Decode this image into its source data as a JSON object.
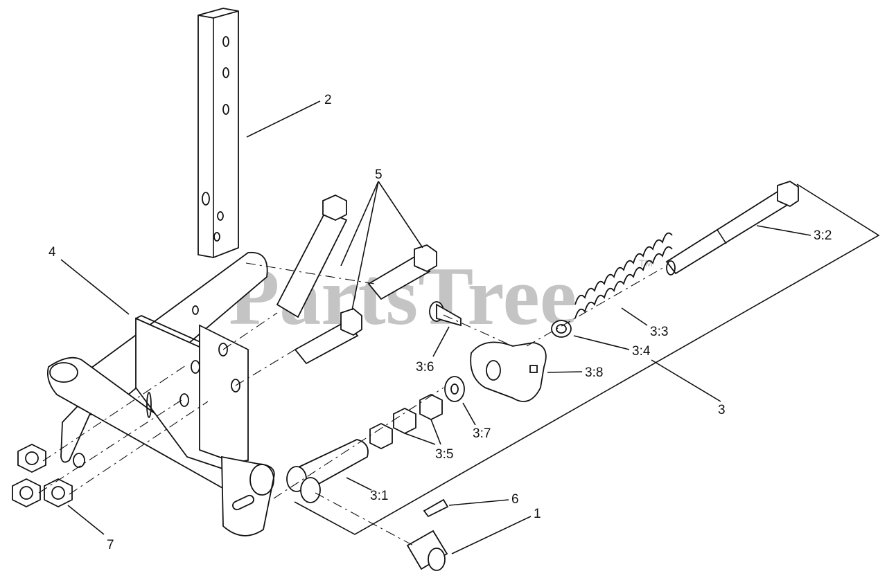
{
  "watermark": {
    "text": "PartsTree",
    "trademark": "TM"
  },
  "callouts": [
    {
      "id": "c-2",
      "label": "2"
    },
    {
      "id": "c-5",
      "label": "5"
    },
    {
      "id": "c-4",
      "label": "4"
    },
    {
      "id": "c-3-2",
      "label": "3:2"
    },
    {
      "id": "c-3-3",
      "label": "3:3"
    },
    {
      "id": "c-3-4",
      "label": "3:4"
    },
    {
      "id": "c-3-6",
      "label": "3:6"
    },
    {
      "id": "c-3-8",
      "label": "3:8"
    },
    {
      "id": "c-3",
      "label": "3"
    },
    {
      "id": "c-3-7",
      "label": "3:7"
    },
    {
      "id": "c-3-5",
      "label": "3:5"
    },
    {
      "id": "c-3-1",
      "label": "3:1"
    },
    {
      "id": "c-6",
      "label": "6"
    },
    {
      "id": "c-1",
      "label": "1"
    },
    {
      "id": "c-7",
      "label": "7"
    }
  ]
}
